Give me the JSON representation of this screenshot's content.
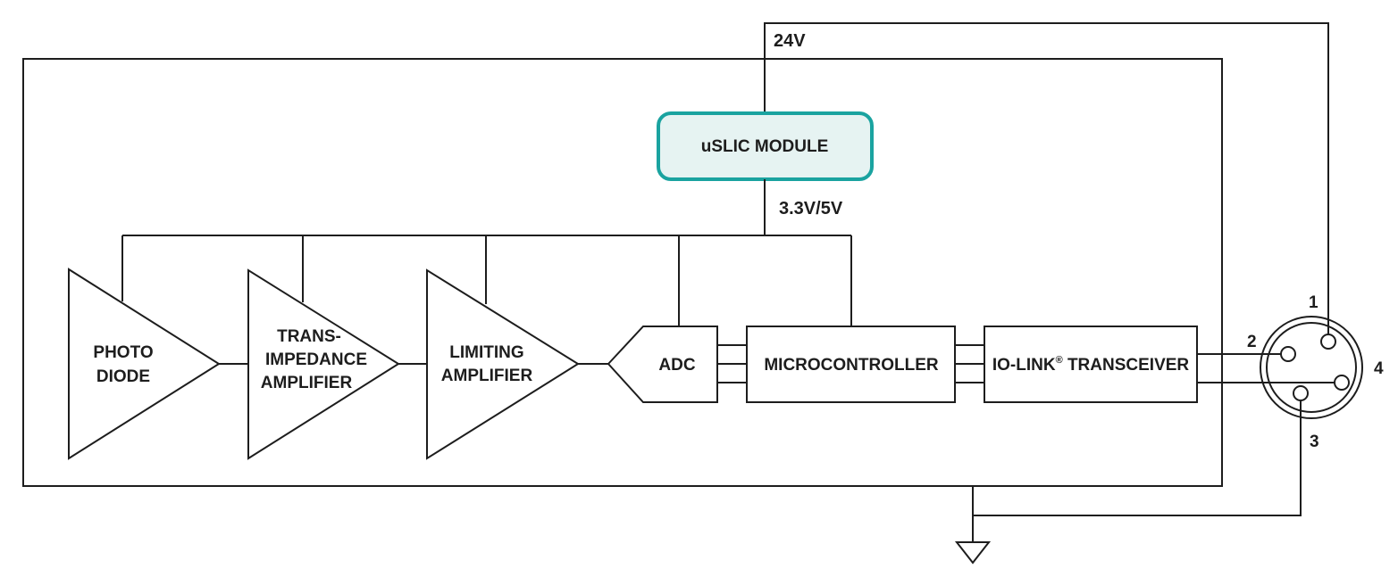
{
  "supply": {
    "v24": "24V",
    "v33": "3.3V/5V",
    "module": "uSLIC MODULE"
  },
  "blocks": {
    "photodiode": [
      "PHOTO",
      "DIODE"
    ],
    "tia": [
      "TRANS-",
      "IMPEDANCE",
      "AMPLIFIER"
    ],
    "limiting": [
      "LIMITING",
      "AMPLIFIER"
    ],
    "adc": "ADC",
    "mcu": "MICROCONTROLLER",
    "iolink": {
      "prefix": "IO-LINK",
      "mark": "®",
      "suffix": " TRANSCEIVER"
    }
  },
  "connector": {
    "pins": [
      "1",
      "2",
      "3",
      "4"
    ]
  },
  "colors": {
    "line": "#1d1d1d",
    "module_border": "#1aa3a0",
    "module_fill": "#e6f3f2"
  }
}
